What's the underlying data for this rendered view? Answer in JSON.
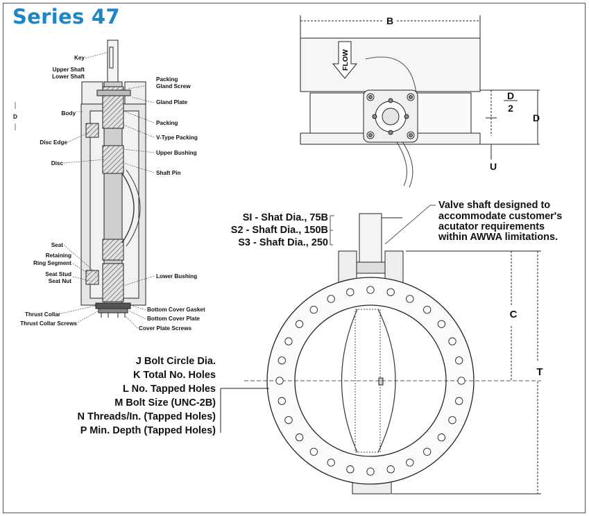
{
  "title": "Series 47",
  "left_callouts": {
    "key": "Key",
    "upper_shaft": "Upper Shaft",
    "lower_shaft": "Lower Shaft",
    "d": "D",
    "body": "Body",
    "disc_edge": "Disc Edge",
    "disc": "Disc",
    "seat": "Seat",
    "retaining": "Retaining",
    "ring_segment": "Ring Segment",
    "seat_stud": "Seat Stud",
    "seat_nut": "Seat Nut",
    "thrust_collar": "Thrust Collar",
    "thrust_collar_screws": "Thrust Collar Screws"
  },
  "right_callouts": {
    "packing": "Packing",
    "gland_screw": "Gland Screw",
    "gland_plate": "Gland Plate",
    "packing2": "Packing",
    "vtype_packing": "V-Type Packing",
    "upper_bushing": "Upper Bushing",
    "shaft_pin": "Shaft Pin",
    "lower_bushing": "Lower Bushing",
    "bottom_cover_gasket": "Bottom Cover Gasket",
    "bottom_cover_plate": "Bottom Cover Plate",
    "cover_plate_screws": "Cover Plate Screws"
  },
  "top_view": {
    "flow": "FLOW",
    "dim_b": "B",
    "dim_d_top": "D",
    "dim_2": "2",
    "dim_d": "D",
    "dim_u": "U"
  },
  "shaft_notes": {
    "s1": "SI  - Shat Dia., 75B",
    "s2": "S2 - Shaft Dia., 150B",
    "s3": "S3 - Shaft Dia., 250",
    "note1": "Valve shaft designed to",
    "note2": "accommodate customer's",
    "note3": "acutator requirements",
    "note4": "within AWWA limitations."
  },
  "front_view": {
    "dim_c": "C",
    "dim_t": "T"
  },
  "bolt_legend": [
    "J   Bolt Circle Dia.",
    "K  Total No. Holes",
    "L   No. Tapped Holes",
    "M  Bolt Size (UNC-2B)",
    "N  Threads/In. (Tapped Holes)",
    "P  Min. Depth (Tapped Holes)"
  ],
  "colors": {
    "title": "#1f86c6",
    "body_fill": "#d9d9d9",
    "line": "#222222"
  }
}
